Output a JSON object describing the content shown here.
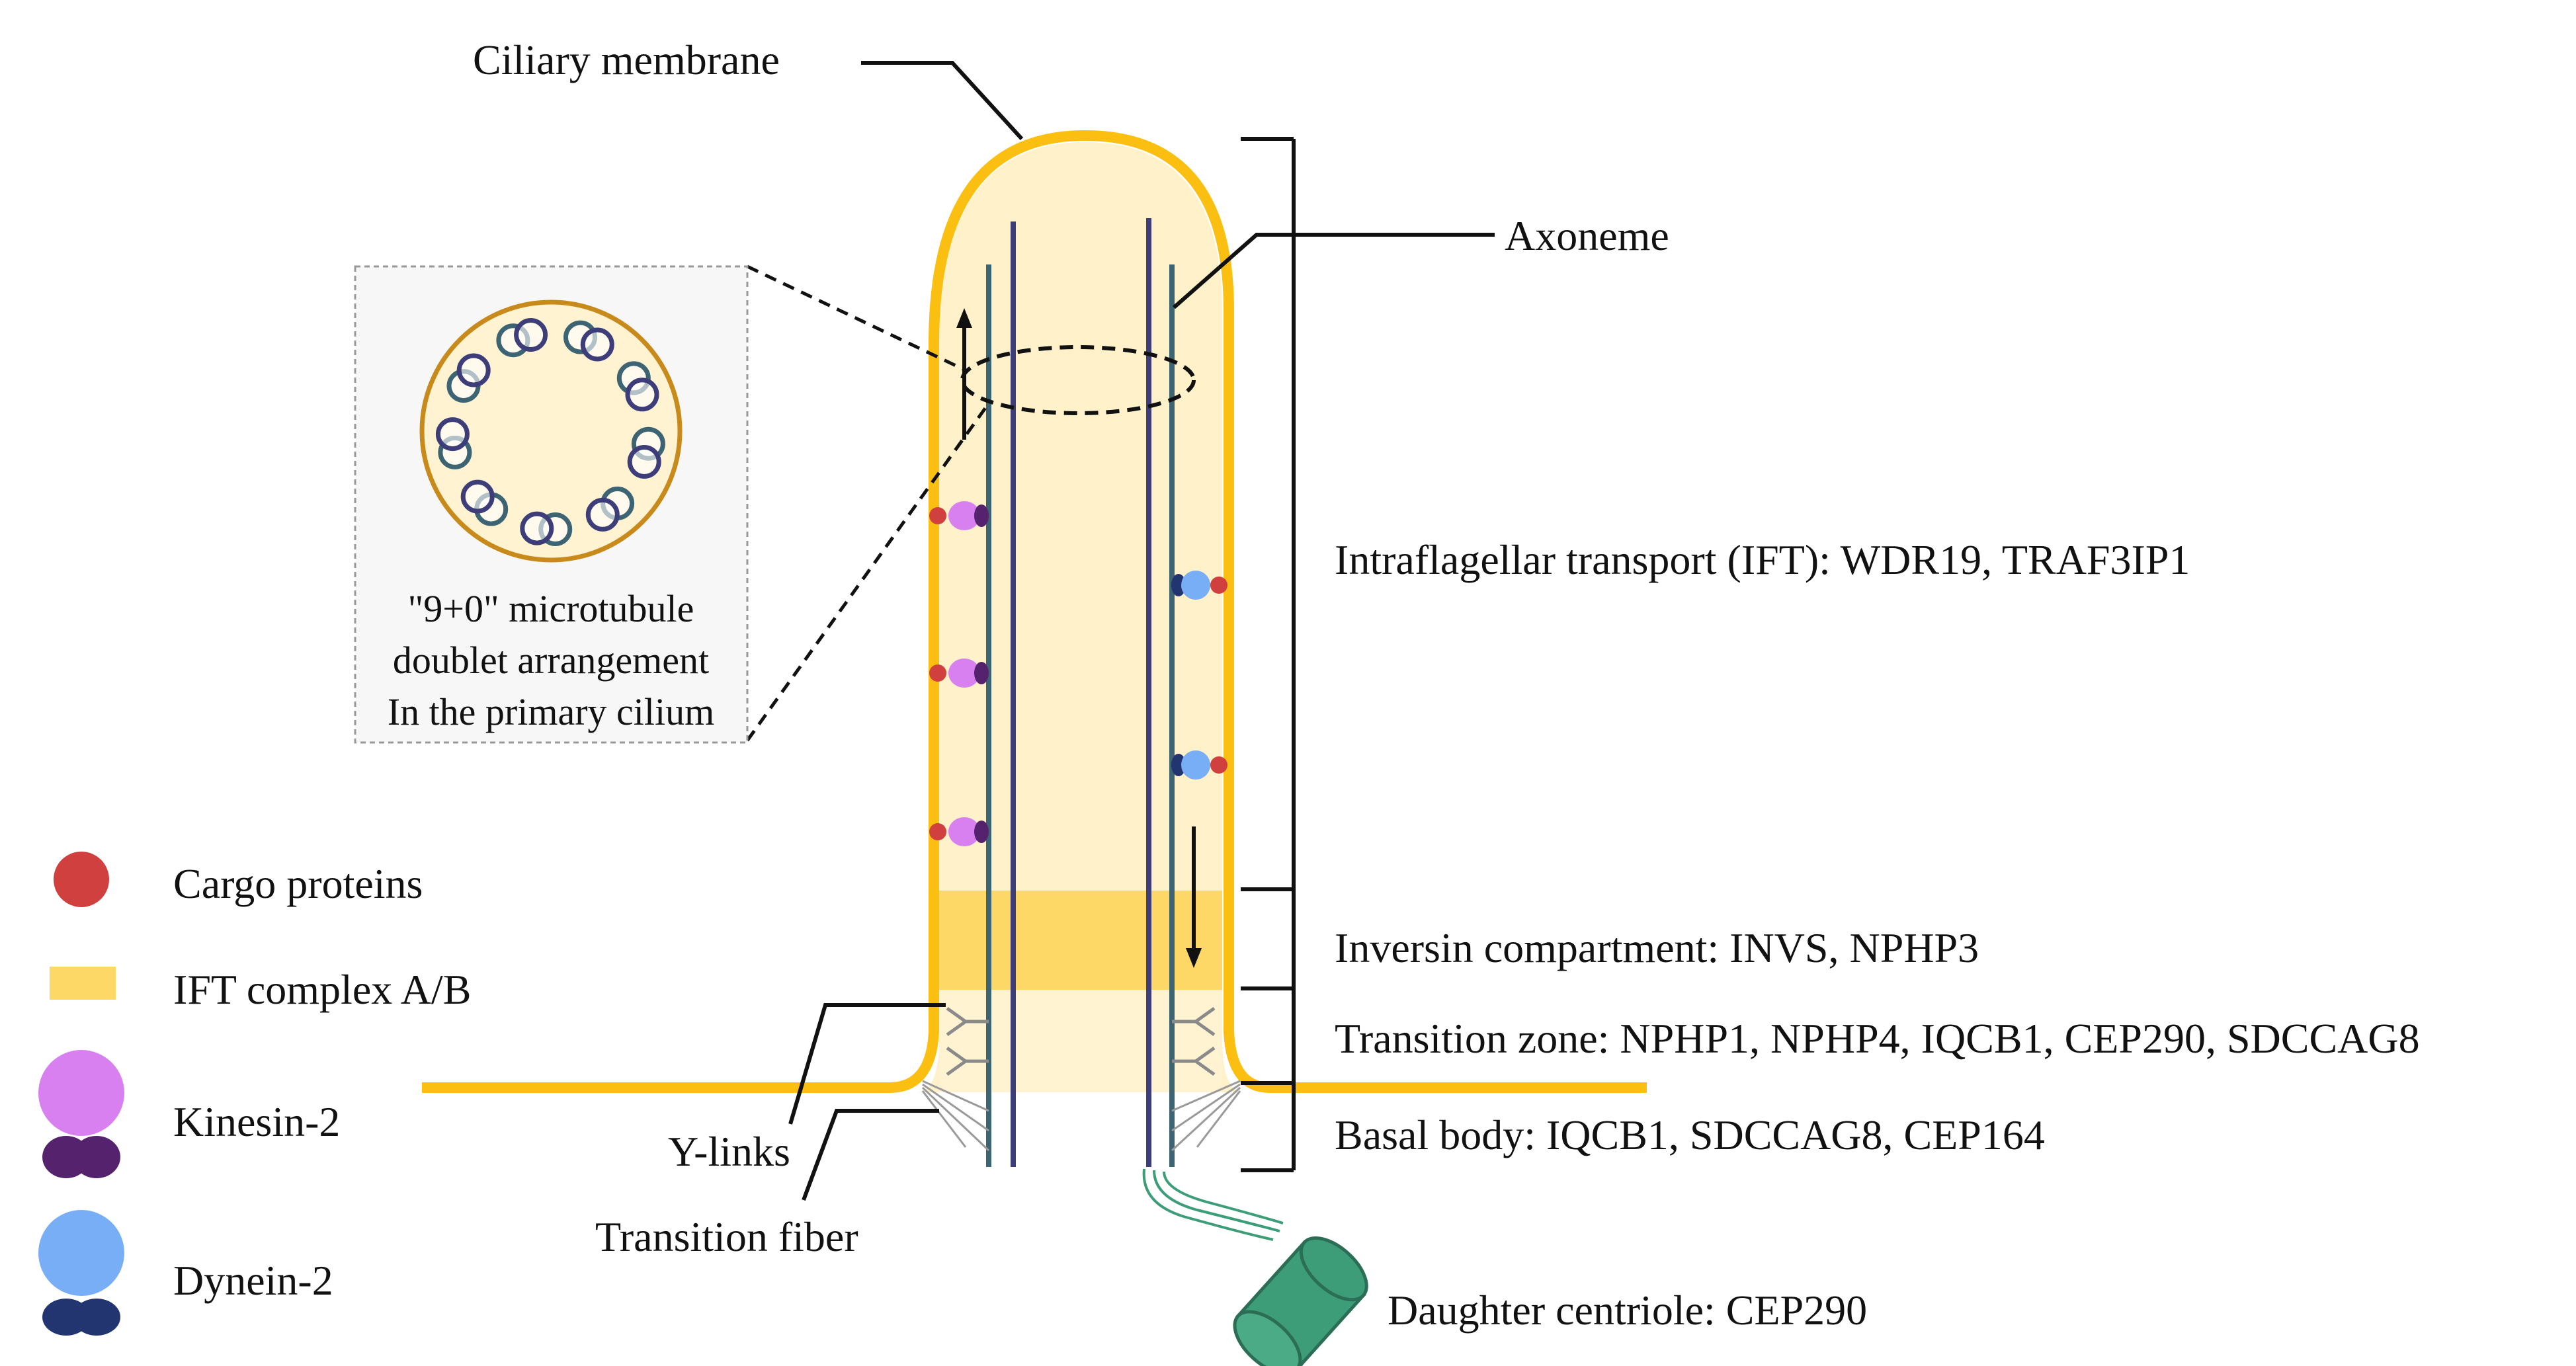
{
  "labels": {
    "ciliary_membrane": "Ciliary membrane",
    "axoneme": "Axoneme",
    "ift": "Intraflagellar transport (IFT): WDR19, TRAF3IP1",
    "inversin": "Inversin compartment: INVS, NPHP3",
    "transition_zone": "Transition zone: NPHP1, NPHP4, IQCB1, CEP290, SDCCAG8",
    "basal_body": "Basal body: IQCB1, SDCCAG8, CEP164",
    "daughter_centriole": "Daughter centriole: CEP290",
    "y_links": "Y-links",
    "transition_fiber": "Transition fiber"
  },
  "inset": {
    "line1": "\"9+0\" microtubule",
    "line2": "doublet arrangement",
    "line3": "In the primary cilium"
  },
  "legend": [
    {
      "key": "cargo",
      "label": "Cargo proteins",
      "icon": "red-circle"
    },
    {
      "key": "ift_complex",
      "label": "IFT complex A/B",
      "icon": "yellow-rectangle"
    },
    {
      "key": "kinesin",
      "label": "Kinesin-2",
      "icon": "pink-dark-purple-motor"
    },
    {
      "key": "dynein",
      "label": "Dynein-2",
      "icon": "blue-navy-motor"
    }
  ],
  "colors": {
    "membrane": "#fbbf12",
    "cilium_fill": "#fff1c9",
    "ift_band": "#fdd866",
    "cargo": "#d0403f",
    "kinesin_head": "#d880f0",
    "kinesin_foot": "#55226e",
    "dynein_head": "#78aef5",
    "dynein_foot": "#223571",
    "microtubule_dark": "#3d3d7a",
    "microtubule_teal": "#3c6473",
    "centriole": "#3d9d78"
  }
}
